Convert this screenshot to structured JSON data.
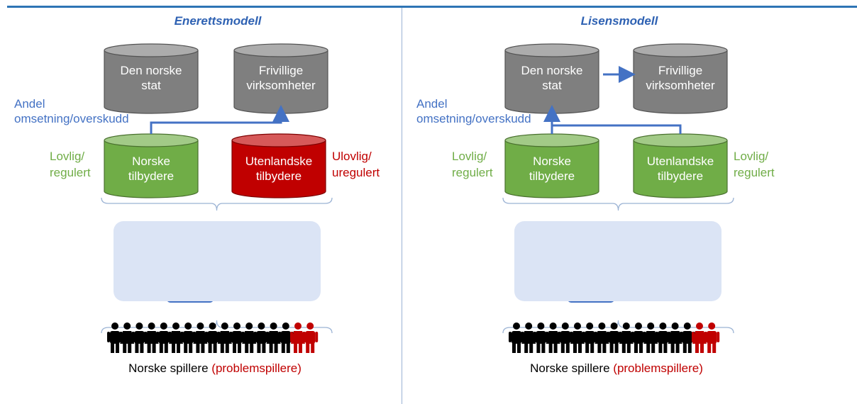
{
  "panels": [
    {
      "title": "Enerettsmodell",
      "cylinders": {
        "state": "Den norske\nstat",
        "volunteer": "Frivillige\nvirksomheter",
        "norwegian": "Norske\ntilbydere",
        "foreign": "Utenlandske\ntilbydere"
      },
      "share_label": "Andel\nomsetning/overskudd",
      "left_status": "Lovlig/\nregulert",
      "right_status": "Ulovlig/\nuregulert",
      "players_label": "Norske spillere",
      "problem_label": "(problemspillere)"
    },
    {
      "title": "Lisensmodell",
      "cylinders": {
        "state": "Den norske\nstat",
        "volunteer": "Frivillige\nvirksomheter",
        "norwegian": "Norske\ntilbydere",
        "foreign": "Utenlandske\ntilbydere"
      },
      "share_label": "Andel\nomsetning/overskudd",
      "left_status": "Lovlig/\nregulert",
      "right_status": "Lovlig/\nregulert",
      "players_label": "Norske spillere",
      "problem_label": "(problemspillere)"
    }
  ],
  "icons": [
    "dice-icon",
    "money-icon",
    "person-icon"
  ],
  "colors": {
    "grey": "#7f7f7f",
    "green": "#70ad47",
    "red": "#c00000",
    "blue": "#4472c4",
    "panel": "#dbe4f5"
  }
}
